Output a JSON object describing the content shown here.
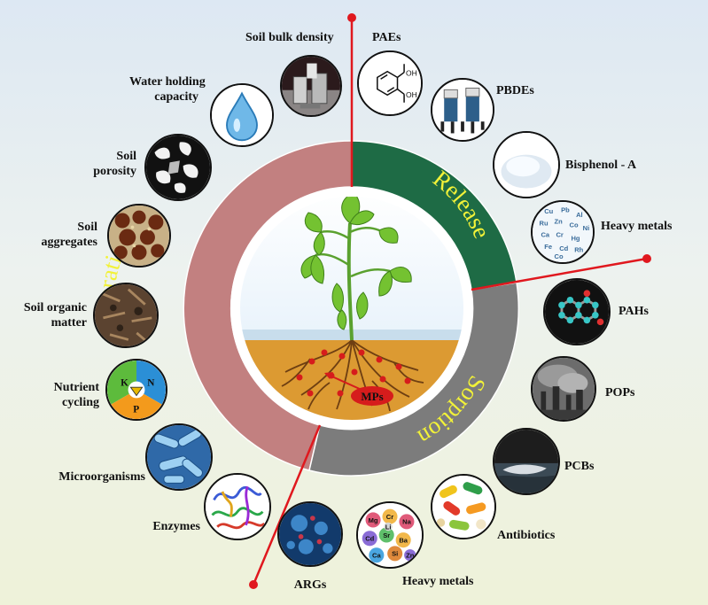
{
  "sectors": {
    "alteration": "Alteration",
    "release": "Release",
    "sorption": "Sorption"
  },
  "center": {
    "mps_label": "MPs"
  },
  "alteration_items": {
    "bulk_density": "Soil bulk density",
    "water_holding_1": "Water holding",
    "water_holding_2": "capacity",
    "porosity_1": "Soil",
    "porosity_2": "porosity",
    "aggregates_1": "Soil",
    "aggregates_2": "aggregates",
    "organic_1": "Soil organic",
    "organic_2": "matter",
    "nutrient_1": "Nutrient",
    "nutrient_2": "cycling",
    "microorganisms": "Microorganisms",
    "enzymes": "Enzymes",
    "args": "ARGs"
  },
  "release_items": {
    "paes": "PAEs",
    "pbdes": "PBDEs",
    "bisphenol": "Bisphenol - A",
    "heavy_metals": "Heavy metals"
  },
  "sorption_items": {
    "pahs": "PAHs",
    "pops": "POPs",
    "pcbs": "PCBs",
    "antibiotics": "Antibiotics",
    "heavy_metals": "Heavy metals"
  },
  "icon_text": {
    "oh_1": "OH",
    "oh_2": "OH",
    "nutrient_k": "K",
    "nutrient_n": "N",
    "nutrient_p": "P",
    "metal_symbols_release": [
      "Cu",
      "Pb",
      "Al",
      "Ru",
      "Zn",
      "Co",
      "Ni",
      "Ca",
      "Cr",
      "Hg",
      "Fe",
      "Cd",
      "Rh",
      "Co"
    ],
    "metal_symbols_sorption": [
      "Mg",
      "Cr",
      "Na",
      "Cd",
      "Sr",
      "Ba",
      "Ca",
      "Si",
      "Zn",
      "Li"
    ]
  },
  "colors": {
    "alteration": "#c28080",
    "release": "#1e6b45",
    "sorption": "#7c7c7c",
    "sector_text": "#f2f238",
    "soil": "#dc9a32",
    "divider": "#e0181e",
    "mp_dot": "#d61c1c"
  }
}
